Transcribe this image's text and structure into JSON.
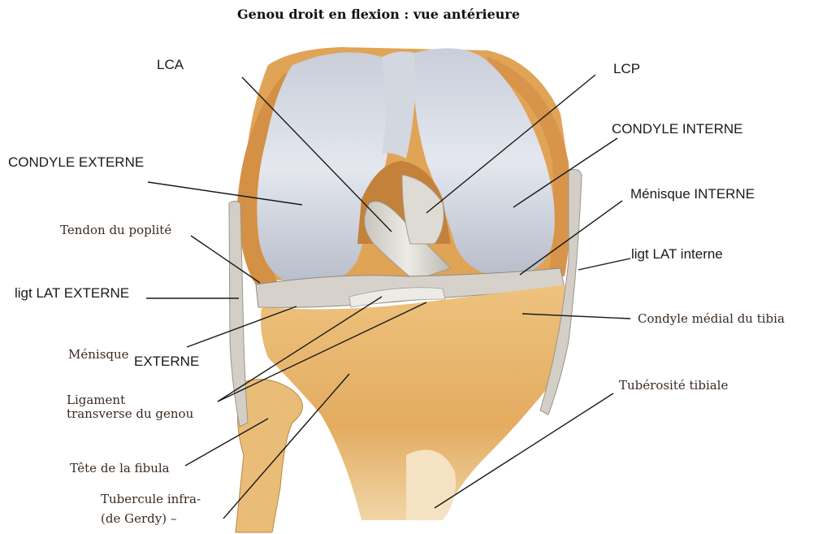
{
  "title": "Genou droit en flexion : vue antérieure",
  "labels": {
    "lca": "LCA",
    "lcp": "LCP",
    "condyle_externe": "CONDYLE EXTERNE",
    "condyle_interne": "CONDYLE INTERNE",
    "menisque_interne": "Ménisque INTERNE",
    "tendon_poplite": "Tendon du poplité",
    "ligt_lat_interne": "ligt LAT interne",
    "ligt_lat_externe": "ligt LAT EXTERNE",
    "condyle_medial_tibia": "Condyle médial du tibia",
    "menisque_externe_prefix": "Ménisque",
    "menisque_externe_suffix": "EXTERNE",
    "tuberosite_tibiale": "Tubérosité tibiale",
    "ligament_transverse_1": "Ligament",
    "ligament_transverse_2": "transverse du genou",
    "tete_fibula": "Tête de la fibula",
    "tubercule_1": "Tubercule infra-",
    "tubercule_2": "(de Gerdy) –"
  },
  "colors": {
    "bone": "#e7b66e",
    "bone_dark": "#c98a3e",
    "cartilage": "#d9dde6",
    "cartilage_shadow": "#aeb4c2",
    "ligament": "#d8d4ca",
    "leader": "#1a1a1a"
  }
}
